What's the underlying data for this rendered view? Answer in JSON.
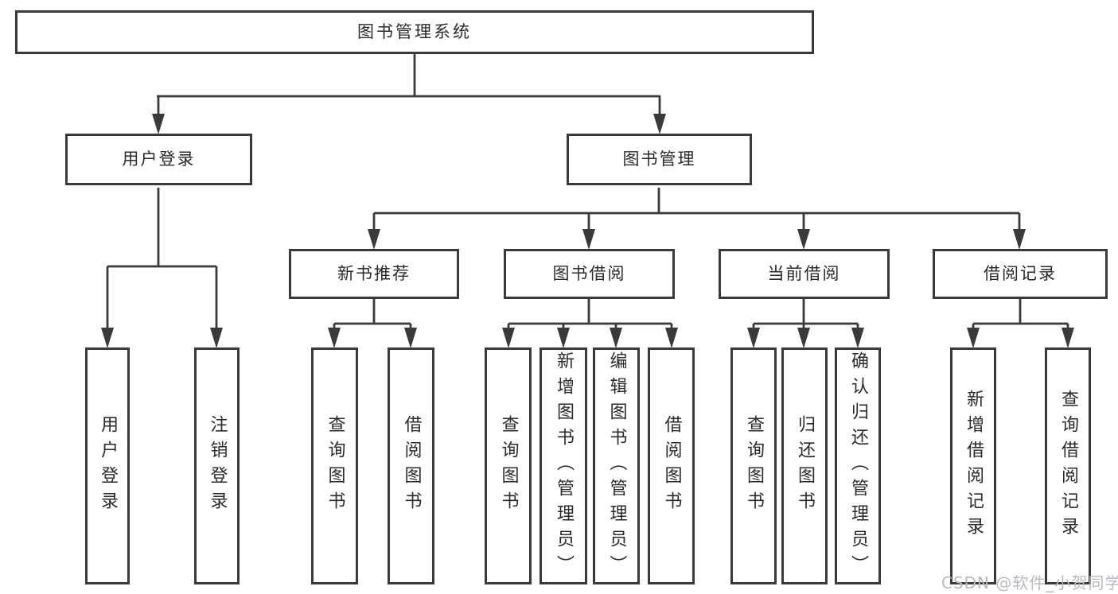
{
  "diagram": {
    "type": "hierarchy-tree",
    "root": {
      "label": "图书管理系统",
      "children": [
        {
          "label": "用户登录",
          "children": [
            {
              "label": "用户登录"
            },
            {
              "label": "注销登录"
            }
          ]
        },
        {
          "label": "图书管理",
          "children": [
            {
              "label": "新书推荐",
              "children": [
                {
                  "label": "查询图书"
                },
                {
                  "label": "借阅图书"
                }
              ]
            },
            {
              "label": "图书借阅",
              "children": [
                {
                  "label": "查询图书"
                },
                {
                  "label": "新增图书（管理员）"
                },
                {
                  "label": "编辑图书（管理员）"
                },
                {
                  "label": "借阅图书"
                }
              ]
            },
            {
              "label": "当前借阅",
              "children": [
                {
                  "label": "查询图书"
                },
                {
                  "label": "归还图书"
                },
                {
                  "label": "确认归还（管理员）"
                }
              ]
            },
            {
              "label": "借阅记录",
              "children": [
                {
                  "label": "新增借阅记录"
                },
                {
                  "label": "查询借阅记录"
                }
              ]
            }
          ]
        }
      ]
    }
  },
  "watermark": {
    "text": "CSDN @软件_小贺同学"
  },
  "colors": {
    "line": "#3a3a3a",
    "box_border": "#3a3a3a",
    "box_fill": "#ffffff",
    "text": "#2a2a2a",
    "watermark": "#b5b9c0",
    "background": "#ffffff"
  }
}
